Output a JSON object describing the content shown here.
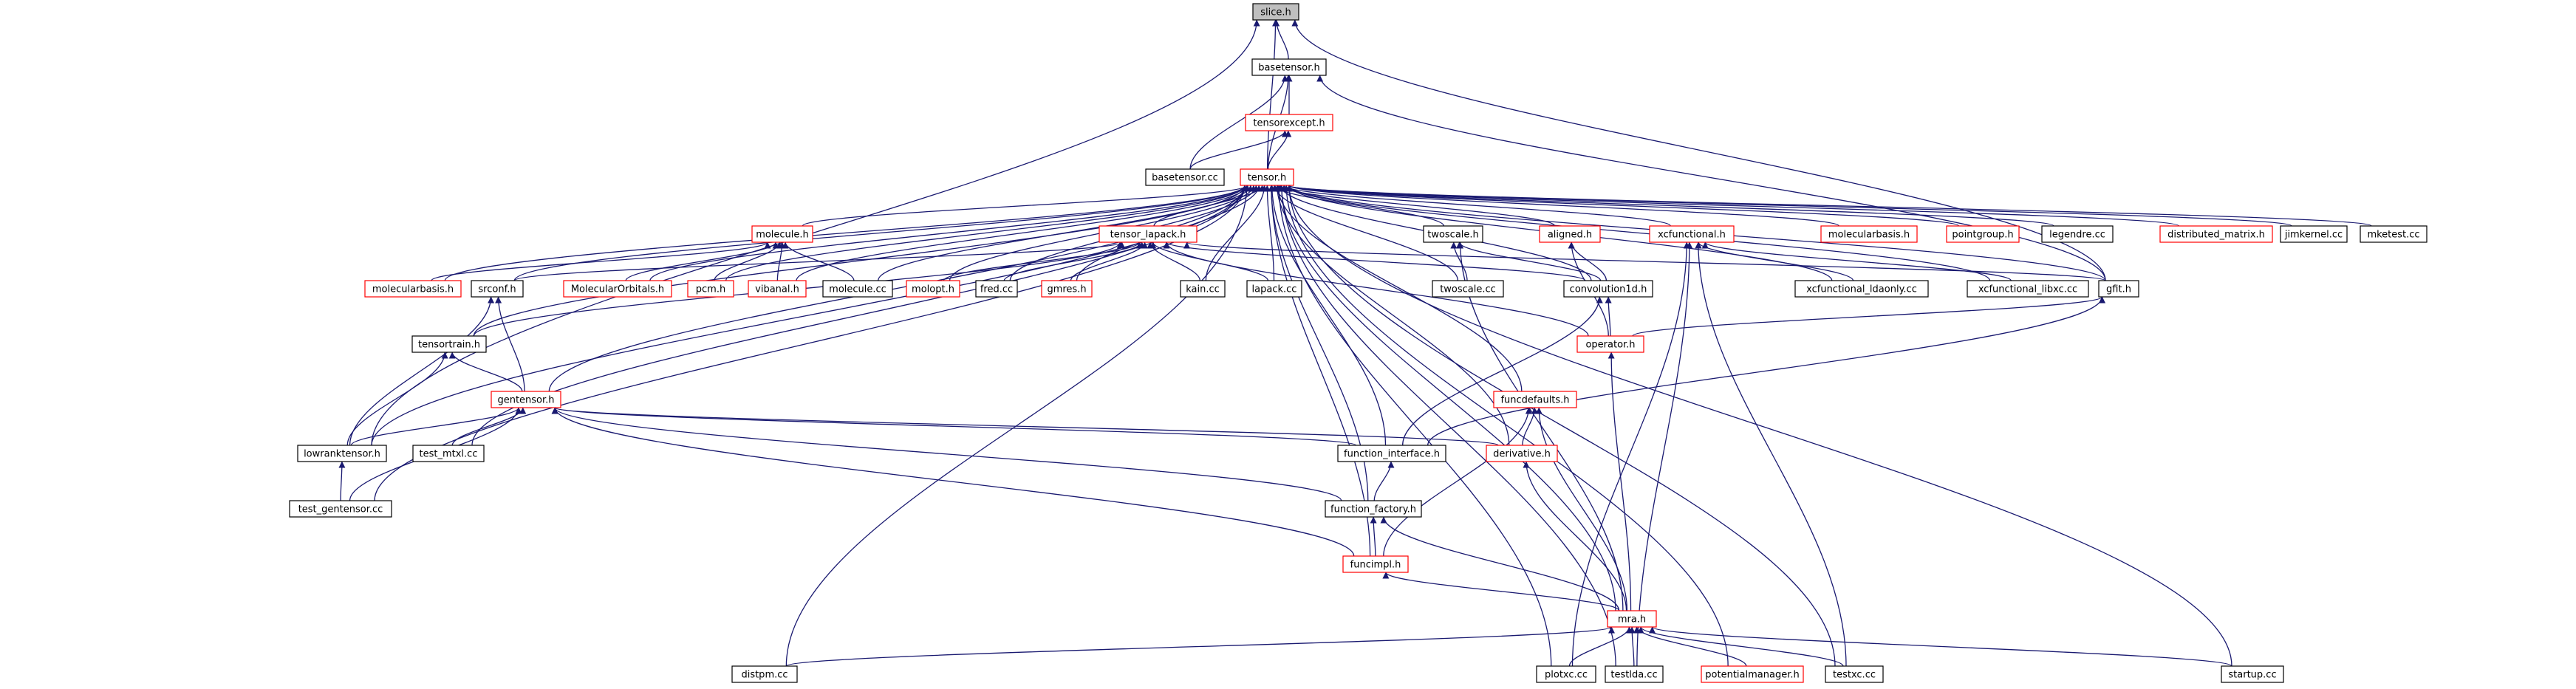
{
  "colors": {
    "edge": "#191970",
    "normal_border": "#000000",
    "truncated_border": "#ff0000",
    "root_fill": "#bfbfbf",
    "node_fill": "#ffffff"
  },
  "nodes": {
    "slice": {
      "label": "slice.h",
      "kind": "root"
    },
    "basetensor": {
      "label": "basetensor.h",
      "kind": "normal"
    },
    "tensorexcept": {
      "label": "tensorexcept.h",
      "kind": "truncated"
    },
    "basetensor_cc": {
      "label": "basetensor.cc",
      "kind": "normal"
    },
    "tensor": {
      "label": "tensor.h",
      "kind": "truncated"
    },
    "molecule": {
      "label": "molecule.h",
      "kind": "truncated"
    },
    "tensor_lapack": {
      "label": "tensor_lapack.h",
      "kind": "truncated"
    },
    "twoscale": {
      "label": "twoscale.h",
      "kind": "normal"
    },
    "aligned": {
      "label": "aligned.h",
      "kind": "truncated"
    },
    "xcfunctional": {
      "label": "xcfunctional.h",
      "kind": "truncated"
    },
    "molecularbasis_top": {
      "label": "molecularbasis.h",
      "kind": "truncated"
    },
    "pointgroup": {
      "label": "pointgroup.h",
      "kind": "truncated"
    },
    "legendre": {
      "label": "legendre.cc",
      "kind": "normal"
    },
    "distributed_matrix": {
      "label": "distributed_matrix.h",
      "kind": "truncated"
    },
    "jimkernel": {
      "label": "jimkernel.cc",
      "kind": "normal"
    },
    "mketest": {
      "label": "mketest.cc",
      "kind": "normal"
    },
    "molecularbasis_left": {
      "label": "molecularbasis.h",
      "kind": "truncated"
    },
    "srconf": {
      "label": "srconf.h",
      "kind": "normal"
    },
    "molecularorbitals": {
      "label": "MolecularOrbitals.h",
      "kind": "truncated"
    },
    "pcm": {
      "label": "pcm.h",
      "kind": "truncated"
    },
    "vibanal": {
      "label": "vibanal.h",
      "kind": "truncated"
    },
    "molecule_cc": {
      "label": "molecule.cc",
      "kind": "normal"
    },
    "molopt": {
      "label": "molopt.h",
      "kind": "truncated"
    },
    "fred": {
      "label": "fred.cc",
      "kind": "normal"
    },
    "gmres": {
      "label": "gmres.h",
      "kind": "truncated"
    },
    "kain": {
      "label": "kain.cc",
      "kind": "normal"
    },
    "lapack": {
      "label": "lapack.cc",
      "kind": "normal"
    },
    "twoscale_cc": {
      "label": "twoscale.cc",
      "kind": "normal"
    },
    "convolution1d": {
      "label": "convolution1d.h",
      "kind": "normal"
    },
    "xcf_ldaonly": {
      "label": "xcfunctional_ldaonly.cc",
      "kind": "normal"
    },
    "xcf_libxc": {
      "label": "xcfunctional_libxc.cc",
      "kind": "normal"
    },
    "gfit": {
      "label": "gfit.h",
      "kind": "normal"
    },
    "tensortrain": {
      "label": "tensortrain.h",
      "kind": "normal"
    },
    "operator": {
      "label": "operator.h",
      "kind": "truncated"
    },
    "gentensor": {
      "label": "gentensor.h",
      "kind": "truncated"
    },
    "funcdefaults": {
      "label": "funcdefaults.h",
      "kind": "truncated"
    },
    "lowranktensor": {
      "label": "lowranktensor.h",
      "kind": "normal"
    },
    "test_mtxl": {
      "label": "test_mtxl.cc",
      "kind": "normal"
    },
    "function_interface": {
      "label": "function_interface.h",
      "kind": "normal"
    },
    "derivative": {
      "label": "derivative.h",
      "kind": "truncated"
    },
    "test_gentensor": {
      "label": "test_gentensor.cc",
      "kind": "normal"
    },
    "function_factory": {
      "label": "function_factory.h",
      "kind": "normal"
    },
    "funcimpl": {
      "label": "funcimpl.h",
      "kind": "truncated"
    },
    "mra": {
      "label": "mra.h",
      "kind": "truncated"
    },
    "distpm": {
      "label": "distpm.cc",
      "kind": "normal"
    },
    "plotxc": {
      "label": "plotxc.cc",
      "kind": "normal"
    },
    "testlda": {
      "label": "testlda.cc",
      "kind": "normal"
    },
    "potentialmanager": {
      "label": "potentialmanager.h",
      "kind": "truncated"
    },
    "testxc": {
      "label": "testxc.cc",
      "kind": "normal"
    },
    "startup": {
      "label": "startup.cc",
      "kind": "normal"
    }
  },
  "edges": [
    [
      "basetensor",
      "slice"
    ],
    [
      "tensor",
      "slice"
    ],
    [
      "lowranktensor",
      "slice"
    ],
    [
      "gfit",
      "slice"
    ],
    [
      "tensorexcept",
      "basetensor"
    ],
    [
      "basetensor_cc",
      "basetensor"
    ],
    [
      "tensor",
      "basetensor"
    ],
    [
      "gfit",
      "basetensor"
    ],
    [
      "basetensor_cc",
      "tensorexcept"
    ],
    [
      "tensor",
      "tensorexcept"
    ],
    [
      "molecule",
      "tensor"
    ],
    [
      "tensor_lapack",
      "tensor"
    ],
    [
      "twoscale",
      "tensor"
    ],
    [
      "aligned",
      "tensor"
    ],
    [
      "xcfunctional",
      "tensor"
    ],
    [
      "molecularbasis_top",
      "tensor"
    ],
    [
      "pointgroup",
      "tensor"
    ],
    [
      "legendre",
      "tensor"
    ],
    [
      "distributed_matrix",
      "tensor"
    ],
    [
      "jimkernel",
      "tensor"
    ],
    [
      "mketest",
      "tensor"
    ],
    [
      "molecularbasis_left",
      "tensor"
    ],
    [
      "srconf",
      "tensor"
    ],
    [
      "molecularorbitals",
      "tensor"
    ],
    [
      "pcm",
      "tensor"
    ],
    [
      "vibanal",
      "tensor"
    ],
    [
      "molecule_cc",
      "tensor"
    ],
    [
      "molopt",
      "tensor"
    ],
    [
      "fred",
      "tensor"
    ],
    [
      "gmres",
      "tensor"
    ],
    [
      "kain",
      "tensor"
    ],
    [
      "lapack",
      "tensor"
    ],
    [
      "twoscale_cc",
      "tensor"
    ],
    [
      "convolution1d",
      "tensor"
    ],
    [
      "xcf_ldaonly",
      "tensor"
    ],
    [
      "xcf_libxc",
      "tensor"
    ],
    [
      "gfit",
      "tensor"
    ],
    [
      "tensortrain",
      "tensor"
    ],
    [
      "gentensor",
      "tensor"
    ],
    [
      "lowranktensor",
      "tensor"
    ],
    [
      "test_mtxl",
      "tensor"
    ],
    [
      "function_interface",
      "tensor"
    ],
    [
      "derivative",
      "tensor"
    ],
    [
      "test_gentensor",
      "tensor"
    ],
    [
      "function_factory",
      "tensor"
    ],
    [
      "funcimpl",
      "tensor"
    ],
    [
      "mra",
      "tensor"
    ],
    [
      "distpm",
      "tensor"
    ],
    [
      "plotxc",
      "tensor"
    ],
    [
      "testlda",
      "tensor"
    ],
    [
      "potentialmanager",
      "tensor"
    ],
    [
      "testxc",
      "tensor"
    ],
    [
      "startup",
      "tensor"
    ],
    [
      "funcdefaults",
      "tensor"
    ],
    [
      "molecularbasis_left",
      "molecule"
    ],
    [
      "molecularorbitals",
      "molecule"
    ],
    [
      "pcm",
      "molecule"
    ],
    [
      "vibanal",
      "molecule"
    ],
    [
      "molecule_cc",
      "molecule"
    ],
    [
      "srconf",
      "tensor_lapack"
    ],
    [
      "molopt",
      "tensor_lapack"
    ],
    [
      "fred",
      "tensor_lapack"
    ],
    [
      "gmres",
      "tensor_lapack"
    ],
    [
      "kain",
      "tensor_lapack"
    ],
    [
      "lapack",
      "tensor_lapack"
    ],
    [
      "convolution1d",
      "tensor_lapack"
    ],
    [
      "gfit",
      "tensor_lapack"
    ],
    [
      "tensortrain",
      "tensor_lapack"
    ],
    [
      "operator",
      "tensor_lapack"
    ],
    [
      "twoscale_cc",
      "twoscale"
    ],
    [
      "convolution1d",
      "twoscale"
    ],
    [
      "mra",
      "twoscale"
    ],
    [
      "convolution1d",
      "aligned"
    ],
    [
      "operator",
      "aligned"
    ],
    [
      "xcf_ldaonly",
      "xcfunctional"
    ],
    [
      "xcf_libxc",
      "xcfunctional"
    ],
    [
      "plotxc",
      "xcfunctional"
    ],
    [
      "testlda",
      "xcfunctional"
    ],
    [
      "testxc",
      "xcfunctional"
    ],
    [
      "gentensor",
      "srconf"
    ],
    [
      "lowranktensor",
      "srconf"
    ],
    [
      "operator",
      "convolution1d"
    ],
    [
      "function_interface",
      "convolution1d"
    ],
    [
      "operator",
      "gfit"
    ],
    [
      "function_interface",
      "gfit"
    ],
    [
      "gentensor",
      "tensortrain"
    ],
    [
      "lowranktensor",
      "tensortrain"
    ],
    [
      "mra",
      "operator"
    ],
    [
      "lowranktensor",
      "gentensor"
    ],
    [
      "test_mtxl",
      "gentensor"
    ],
    [
      "function_interface",
      "gentensor"
    ],
    [
      "derivative",
      "gentensor"
    ],
    [
      "test_gentensor",
      "gentensor"
    ],
    [
      "function_factory",
      "gentensor"
    ],
    [
      "funcimpl",
      "gentensor"
    ],
    [
      "derivative",
      "funcdefaults"
    ],
    [
      "funcimpl",
      "funcdefaults"
    ],
    [
      "mra",
      "funcdefaults"
    ],
    [
      "test_gentensor",
      "lowranktensor"
    ],
    [
      "function_factory",
      "function_interface"
    ],
    [
      "mra",
      "derivative"
    ],
    [
      "funcimpl",
      "function_factory"
    ],
    [
      "mra",
      "function_factory"
    ],
    [
      "mra",
      "funcimpl"
    ],
    [
      "distpm",
      "mra"
    ],
    [
      "plotxc",
      "mra"
    ],
    [
      "testlda",
      "mra"
    ],
    [
      "potentialmanager",
      "mra"
    ],
    [
      "testxc",
      "mra"
    ],
    [
      "startup",
      "mra"
    ]
  ]
}
